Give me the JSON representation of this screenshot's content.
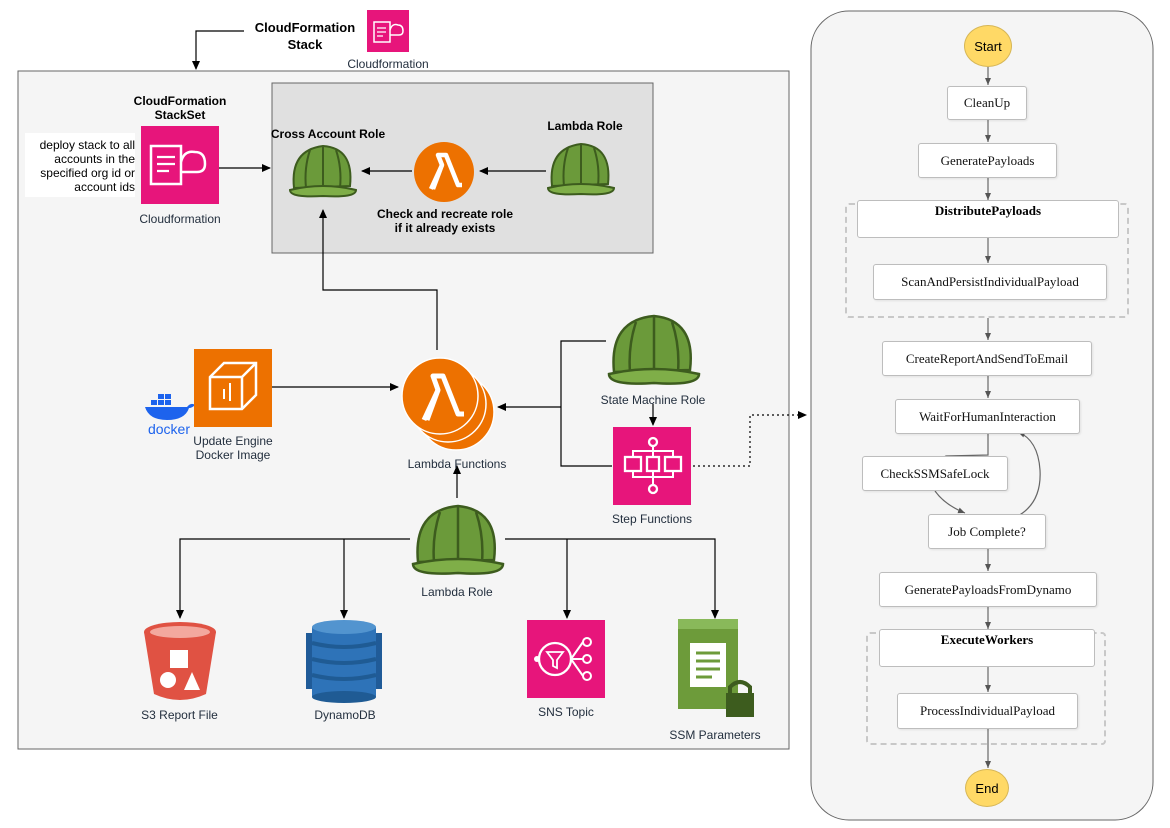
{
  "header": {
    "stack_title": "CloudFormation\nStack",
    "stack_icon_label": "Cloudformation"
  },
  "left": {
    "stackset_title": "CloudFormation\nStackSet",
    "stackset_note": "deploy stack to all\naccounts in the\nspecified org id or\naccount ids",
    "stackset_icon_label": "Cloudformation",
    "cross_account_role": "Cross Account Role",
    "lambda_role_top": "Lambda Role",
    "check_recreate": "Check and recreate role\nif it already exists",
    "docker_text": "docker",
    "docker_image_label": "Update Engine\nDocker Image",
    "lambda_functions": "Lambda Functions",
    "state_machine_role": "State Machine Role",
    "step_functions": "Step Functions",
    "lambda_role_bottom": "Lambda Role",
    "s3": "S3 Report File",
    "dynamodb": "DynamoDB",
    "sns": "SNS Topic",
    "ssm": "SSM Parameters"
  },
  "state_machine": {
    "start": "Start",
    "end": "End",
    "clean_up": "CleanUp",
    "generate_payloads": "GeneratePayloads",
    "distribute_payloads": "DistributePayloads",
    "scan_and_persist": "ScanAndPersistIndividualPayload",
    "create_report": "CreateReportAndSendToEmail",
    "wait_for_human": "WaitForHumanInteraction",
    "check_ssm": "CheckSSMSafeLock",
    "job_complete": "Job Complete?",
    "generate_from_dynamo": "GeneratePayloadsFromDynamo",
    "execute_workers": "ExecuteWorkers",
    "process_individual": "ProcessIndividualPayload"
  },
  "colors": {
    "cloudformation": "#e7157b",
    "lambda": "#ed7100",
    "helmet": "#6b9a3a",
    "docker_blue": "#1d63ed",
    "s3": "#e05243",
    "dynamodb": "#2e73b8",
    "ssm": "#6d9b3a",
    "start_end": "#ffd966"
  }
}
